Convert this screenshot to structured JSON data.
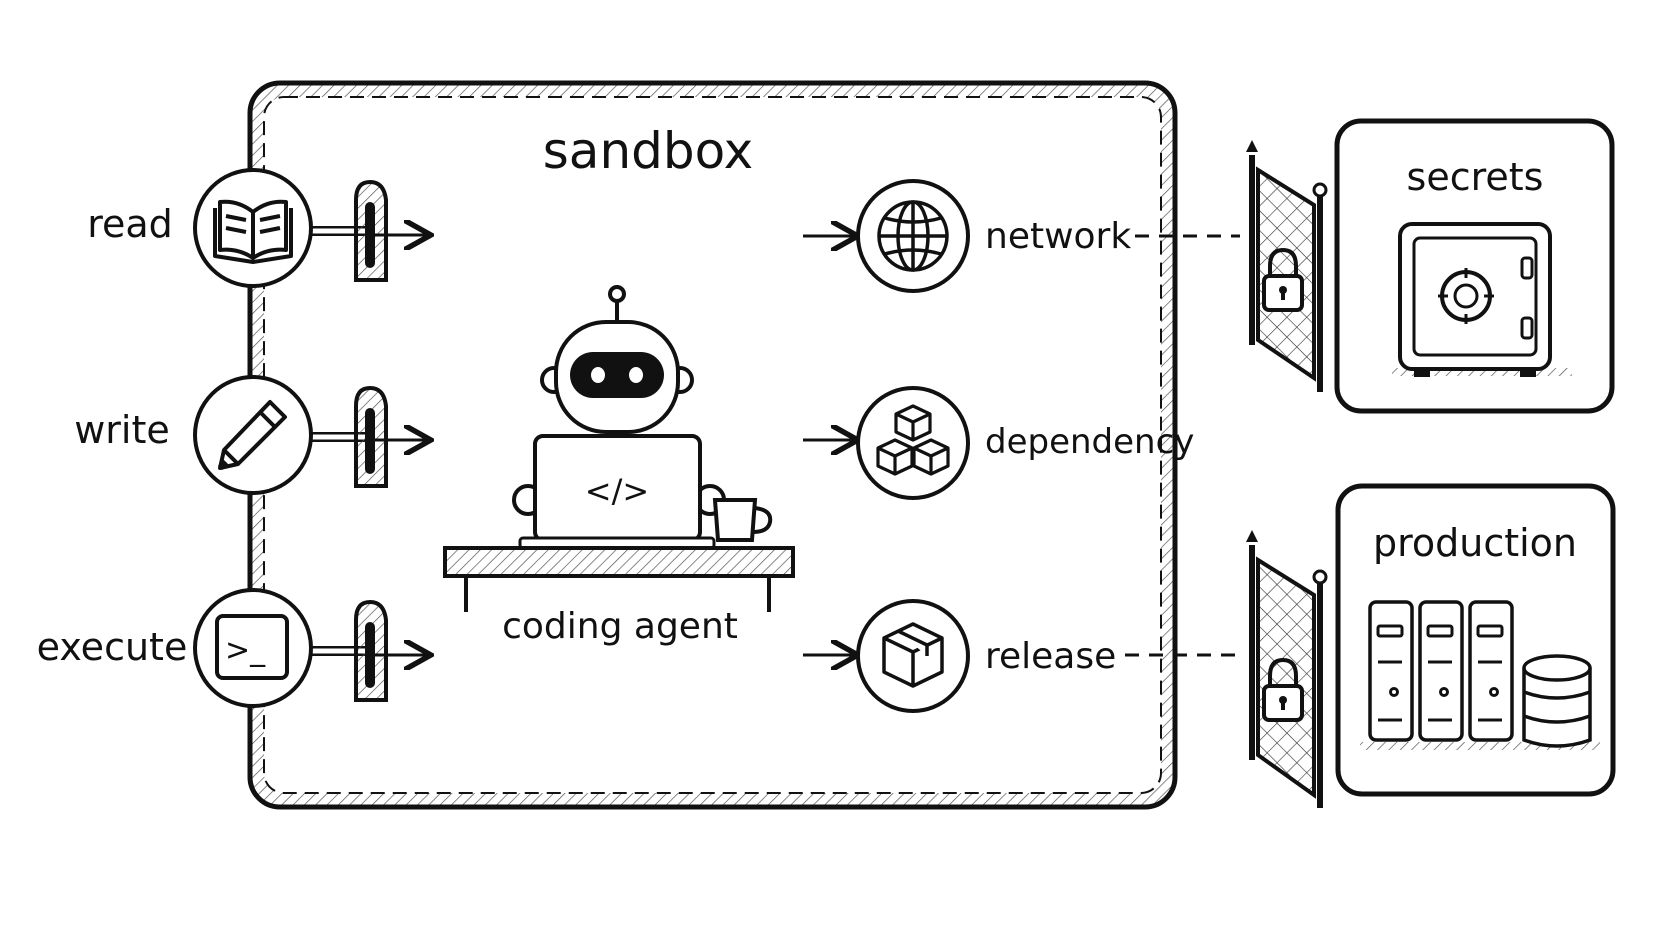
{
  "sandbox": {
    "title": "sandbox"
  },
  "agent": {
    "label": "coding agent",
    "screen_glyph": "</>"
  },
  "inputs": [
    {
      "label": "read",
      "icon": "book-icon"
    },
    {
      "label": "write",
      "icon": "pencil-icon"
    },
    {
      "label": "execute",
      "icon": "terminal-icon"
    }
  ],
  "outputs": [
    {
      "label": "network",
      "icon": "globe-icon"
    },
    {
      "label": "dependency",
      "icon": "cubes-icon"
    },
    {
      "label": "release",
      "icon": "package-icon"
    }
  ],
  "external": {
    "secrets": {
      "label": "secrets",
      "icon": "safe-icon"
    },
    "production": {
      "label": "production",
      "icon": "server-rack-icon"
    }
  },
  "terminal_prompt": ">_",
  "colors": {
    "ink": "#111111",
    "paper": "#ffffff",
    "hatch": "#555555"
  }
}
